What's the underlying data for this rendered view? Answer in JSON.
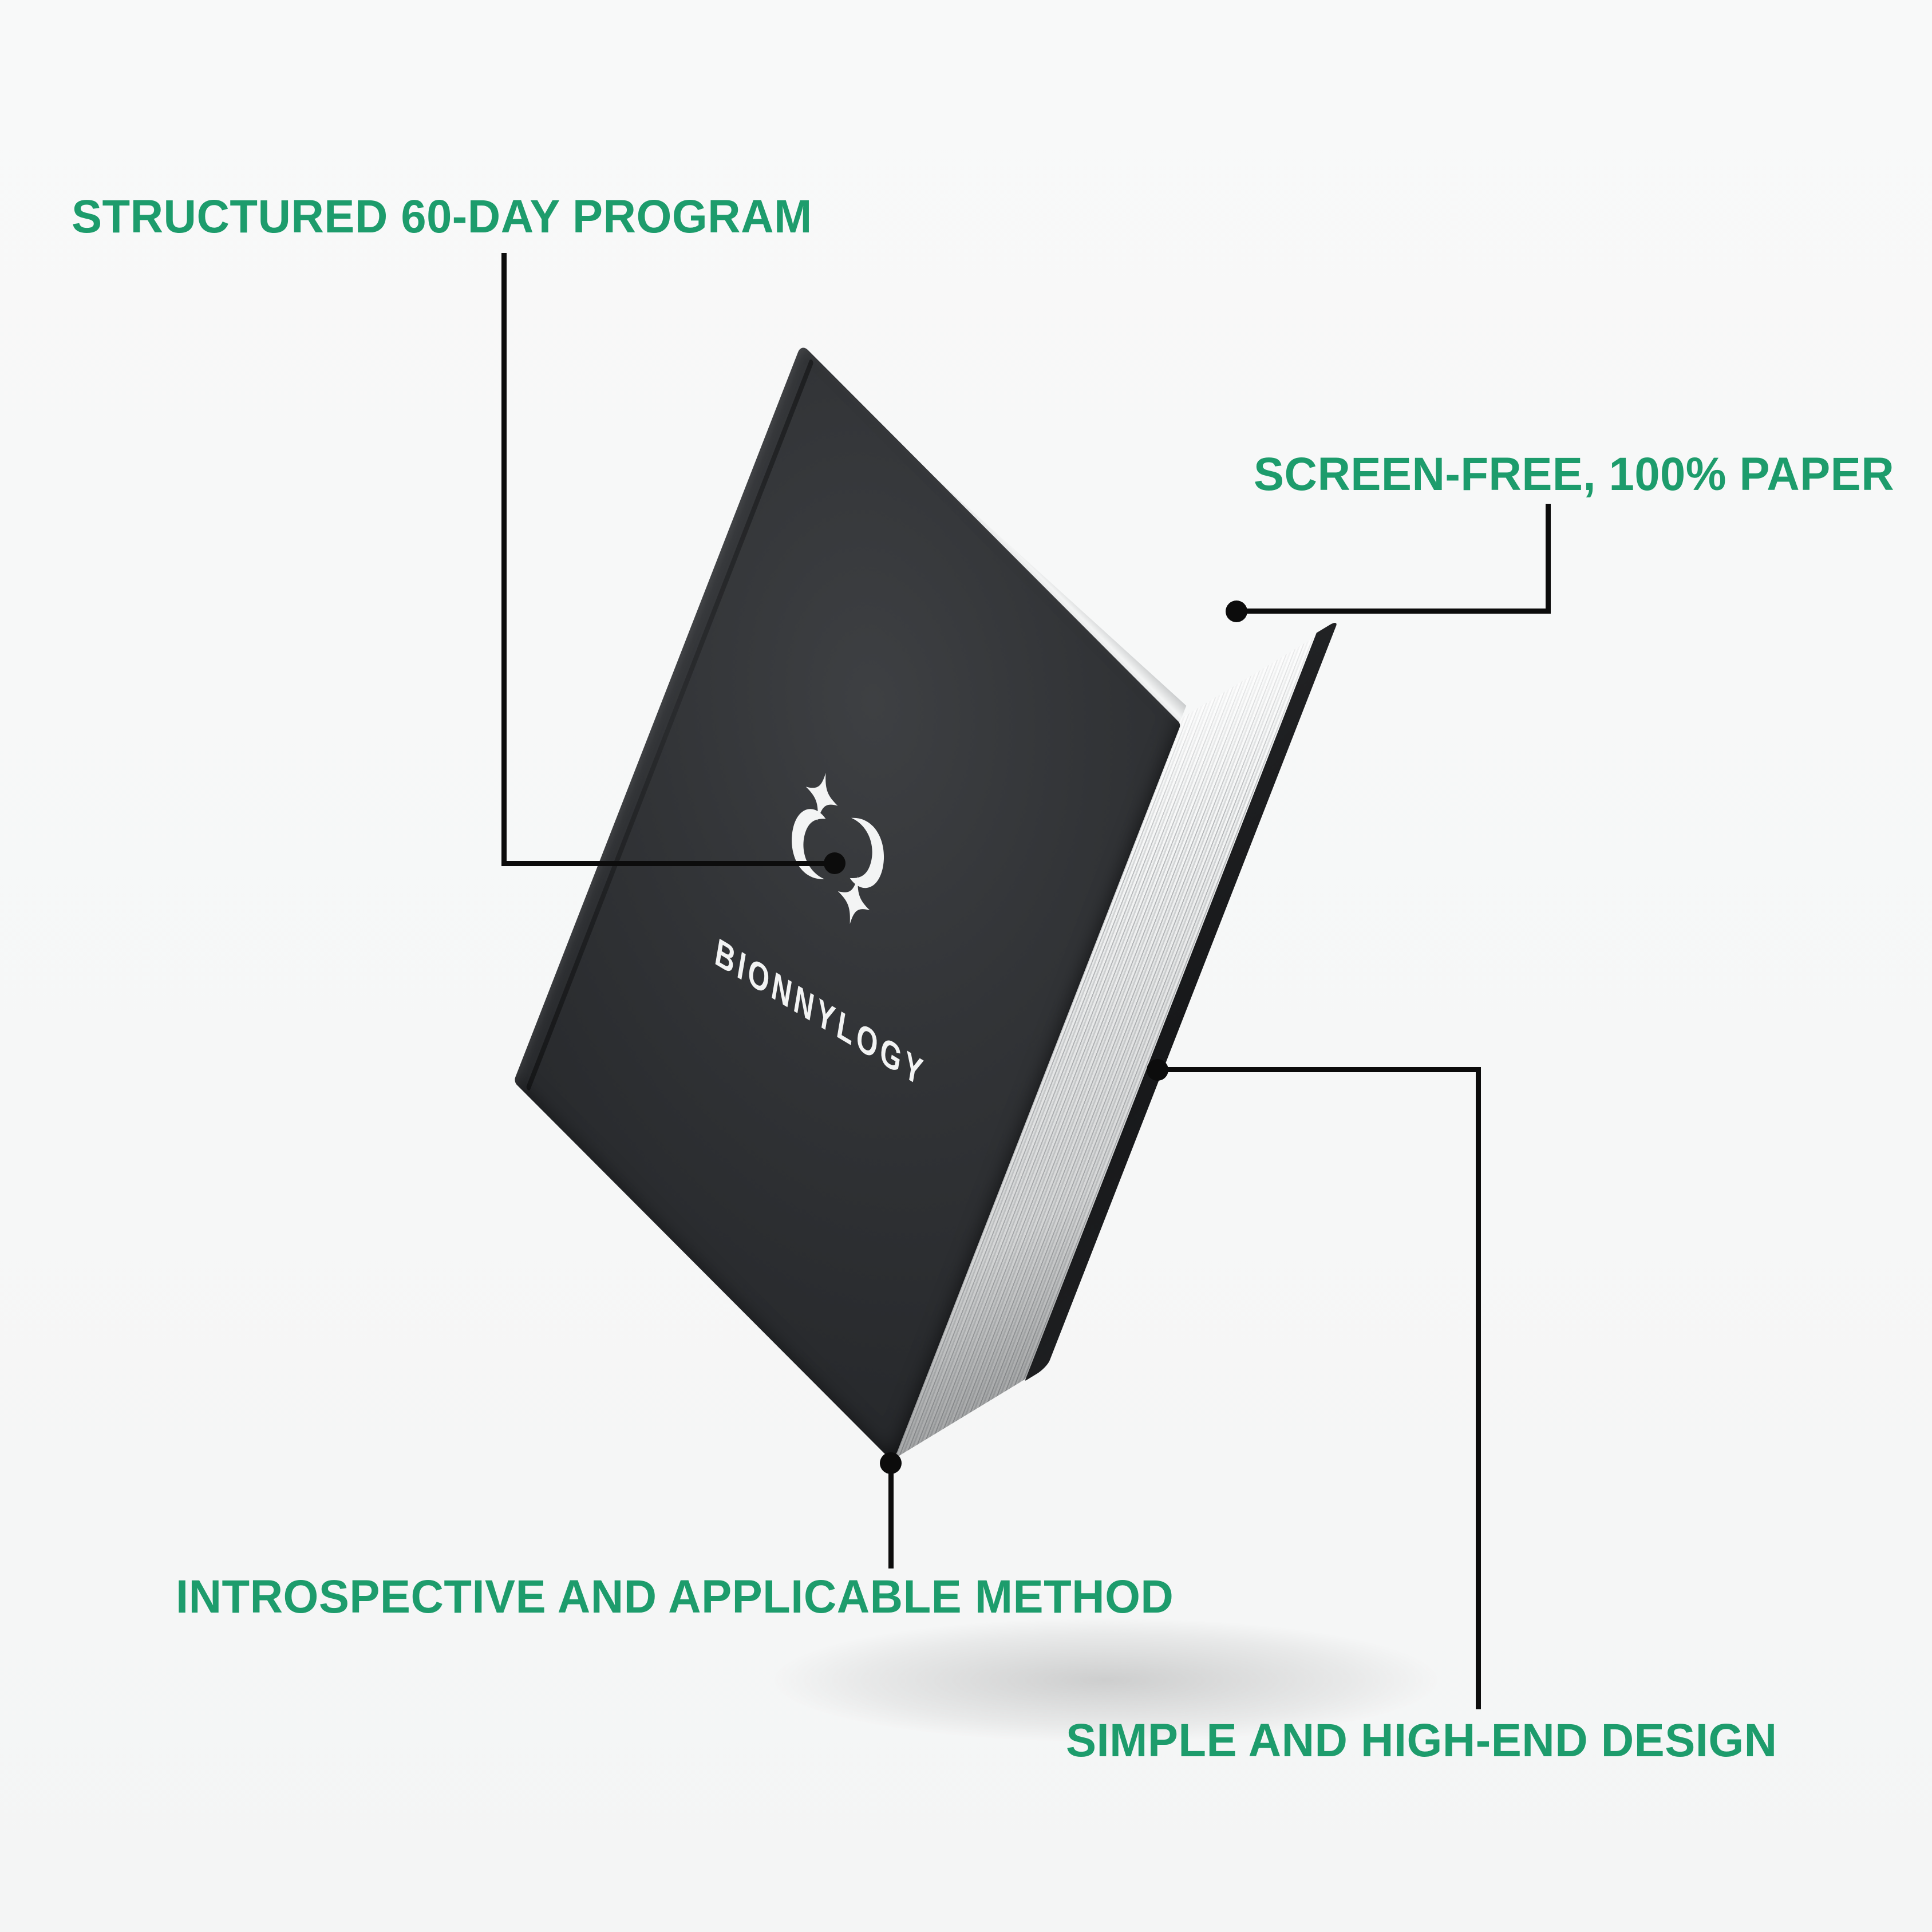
{
  "scene": {
    "kind": "product-infographic",
    "background_color": "#F7F8F8",
    "accent_color": "#1D9C6C",
    "line_color": "#0C0C0C"
  },
  "book": {
    "kind": "black hardcover book mockup",
    "title": "BIONNYLOGY",
    "logo": "sparkle-crescent-logo",
    "cover_color": "#2F3134",
    "pages_color": "#EDEff0"
  },
  "callouts": [
    {
      "label": "STRUCTURED 60-DAY PROGRAM",
      "position": "top-left",
      "points_to": "cover logo"
    },
    {
      "label": "SCREEN-FREE, 100% PAPER",
      "position": "top-right",
      "points_to": "page block top edge"
    },
    {
      "label": "INTROSPECTIVE AND APPLICABLE METHOD",
      "position": "bottom-left",
      "points_to": "book bottom corner"
    },
    {
      "label": "SIMPLE AND HIGH-END DESIGN",
      "position": "bottom-right",
      "points_to": "fore-edge of pages"
    }
  ]
}
